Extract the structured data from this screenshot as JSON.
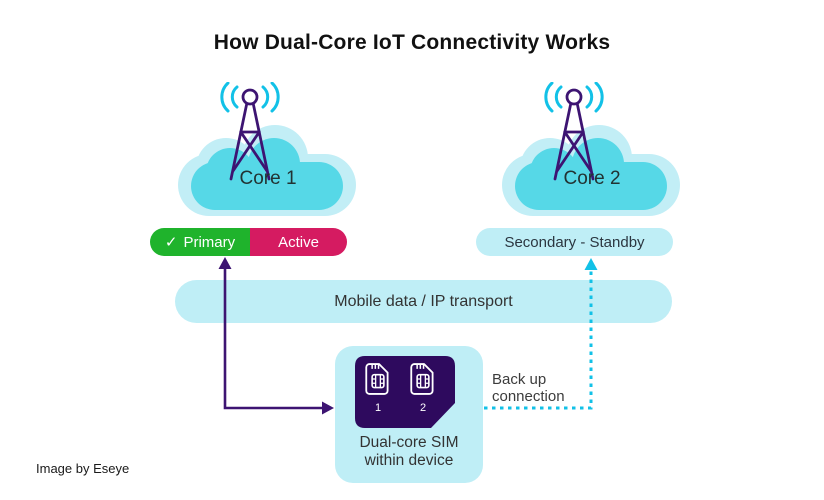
{
  "title": "How Dual-Core IoT Connectivity Works",
  "attribution": "Image by Eseye",
  "colors": {
    "cloud_outer": "#c2eef6",
    "cloud_inner": "#56d8e7",
    "cyan_fill": "#bfeef6",
    "cyan_bright": "#12c1e7",
    "purple_line": "#3d1472",
    "sim_purple": "#2e0a5e",
    "primary_green": "#1fb32c",
    "active_magenta": "#d51b61"
  },
  "core1": {
    "label": "Core 1",
    "check_icon": "✓",
    "primary_label": "Primary",
    "active_label": "Active"
  },
  "core2": {
    "label": "Core 2",
    "status_label": "Secondary - Standby"
  },
  "transport": {
    "label": "Mobile data / IP transport"
  },
  "sim_device": {
    "caption_line1": "Dual-core SIM",
    "caption_line2": "within device",
    "slot1_label": "1",
    "slot2_label": "2"
  },
  "backup": {
    "line1": "Back up",
    "line2": "connection"
  }
}
